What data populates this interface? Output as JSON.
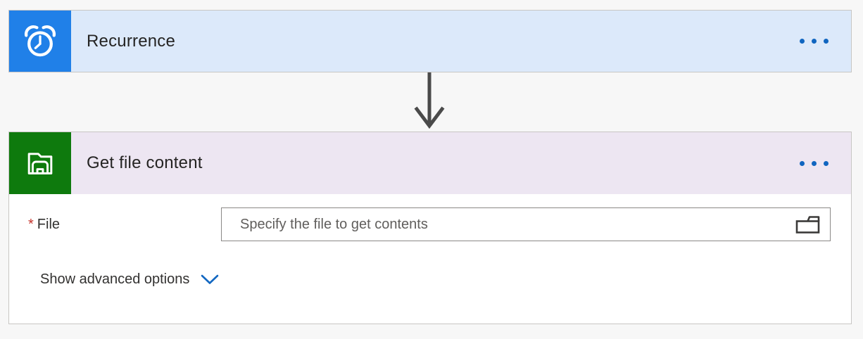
{
  "colors": {
    "canvas_bg": "#F7F7F7",
    "card_border": "#C8C6C4",
    "recurrence_icon_bg": "#2080E8",
    "recurrence_header_bg": "#DCE9FA",
    "sharepoint_icon_bg": "#0E7A0D",
    "sharepoint_header_bg": "#EDE6F2",
    "more_menu_blue": "#1065C0",
    "chevron_blue": "#1267C1",
    "required_red": "#C5332B",
    "arrow_gray": "#4A4A4A",
    "input_border": "#8A8886",
    "placeholder_gray": "#605E5C"
  },
  "icons": {
    "recurrence_tile": "alarm-clock",
    "get_file_content_tile": "sharepoint-folder",
    "more_menu": "ellipsis-horizontal",
    "file_picker": "folder",
    "advanced_toggle": "chevron-down",
    "connector": "arrow-down"
  },
  "cards": [
    {
      "title": "Recurrence"
    },
    {
      "title": "Get file content",
      "fields": [
        {
          "label": "File",
          "required_marker": "*",
          "placeholder": "Specify the file to get contents",
          "value": ""
        }
      ],
      "advanced_toggle_label": "Show advanced options"
    }
  ]
}
